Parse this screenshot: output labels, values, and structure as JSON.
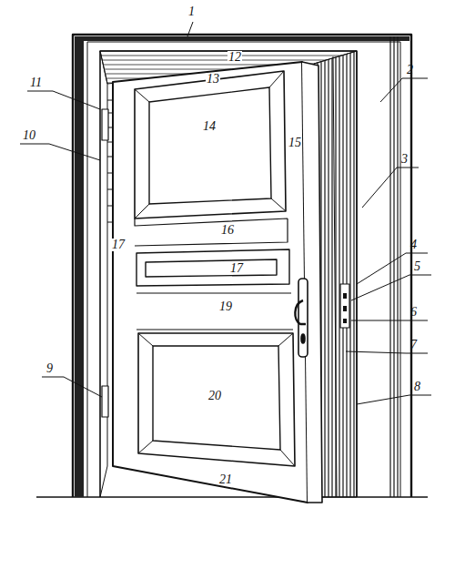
{
  "diagram": {
    "labels": [
      "1",
      "11",
      "12",
      "2",
      "13",
      "10",
      "14",
      "15",
      "3",
      "16",
      "17",
      "4",
      "5",
      "17",
      "19",
      "6",
      "7",
      "9",
      "20",
      "8",
      "21"
    ]
  }
}
